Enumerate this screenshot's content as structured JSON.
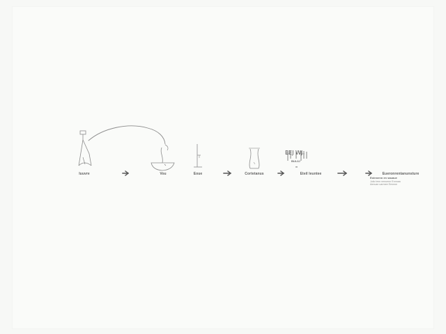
{
  "stages": [
    {
      "label": "luuvre"
    },
    {
      "label": "Vou"
    },
    {
      "label": "Eoue"
    },
    {
      "label": "Cortetanus"
    },
    {
      "label": "Eteil leuntee"
    },
    {
      "label": "Eueronrentanunsture"
    }
  ],
  "notes": {
    "title": "Eoinnenn en sauaue",
    "line1": "Juiio lenn nenuenn Ennnaa",
    "line2": "Aenuan uarmee Eennne"
  },
  "marks": {
    "top_glyph": "EEJ WJ",
    "under_glyph": "BUL3J",
    "tiny_mark": "m"
  },
  "colors": {
    "stroke": "#8c8c8c",
    "arrow": "#555555",
    "background": "#fafbf9"
  }
}
